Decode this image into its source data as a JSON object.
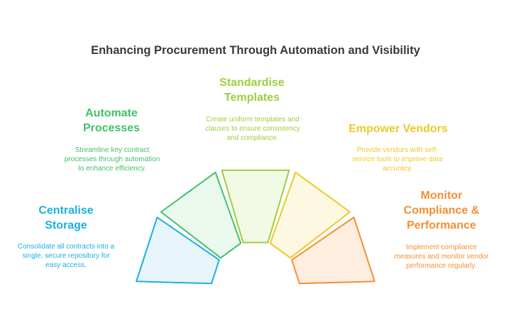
{
  "title": "Enhancing Procurement Through Automation and Visibility",
  "steps": [
    {
      "id": "centralise",
      "title_lines": [
        "Centralise",
        "Storage"
      ],
      "desc_lines": [
        "Consolidate all contracts into a",
        "single, secure repository for",
        "easy access."
      ],
      "color": "#1cb0e0",
      "fill": "#e7f5fb"
    },
    {
      "id": "automate",
      "title_lines": [
        "Automate",
        "Processes"
      ],
      "desc_lines": [
        "Streamline key contract",
        "processes through automation",
        "to enhance efficiency."
      ],
      "color": "#43c16a",
      "fill": "#eaf8ee"
    },
    {
      "id": "standardise",
      "title_lines": [
        "Standardise",
        "Templates"
      ],
      "desc_lines": [
        "Create uniform templates and",
        "clauses to ensure consistency",
        "and compliance."
      ],
      "color": "#9ccf3e",
      "fill": "#f2f9e5"
    },
    {
      "id": "empower",
      "title_lines": [
        "Empower Vendors"
      ],
      "desc_lines": [
        "Provide vendors with self-",
        "service tools to improve data",
        "accuracy."
      ],
      "color": "#ecc92a",
      "fill": "#fdf8e1"
    },
    {
      "id": "monitor",
      "title_lines": [
        "Monitor",
        "Compliance &",
        "Performance"
      ],
      "desc_lines": [
        "Implement compliance",
        "measures and monitor vendor",
        "performance regularly."
      ],
      "color": "#f39032",
      "fill": "#fdeedf"
    }
  ]
}
